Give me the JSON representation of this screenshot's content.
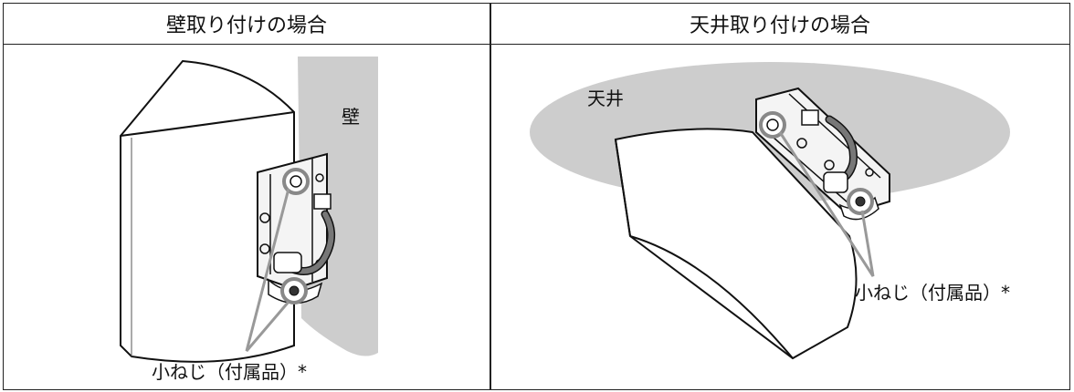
{
  "headers": {
    "wall": "壁取り付けの場合",
    "ceiling": "天井取り付けの場合"
  },
  "left_panel": {
    "surface_label": "壁",
    "screw_label": "小ねじ（付属品）*"
  },
  "right_panel": {
    "surface_label": "天井",
    "screw_label": "小ねじ（付属品）*"
  }
}
